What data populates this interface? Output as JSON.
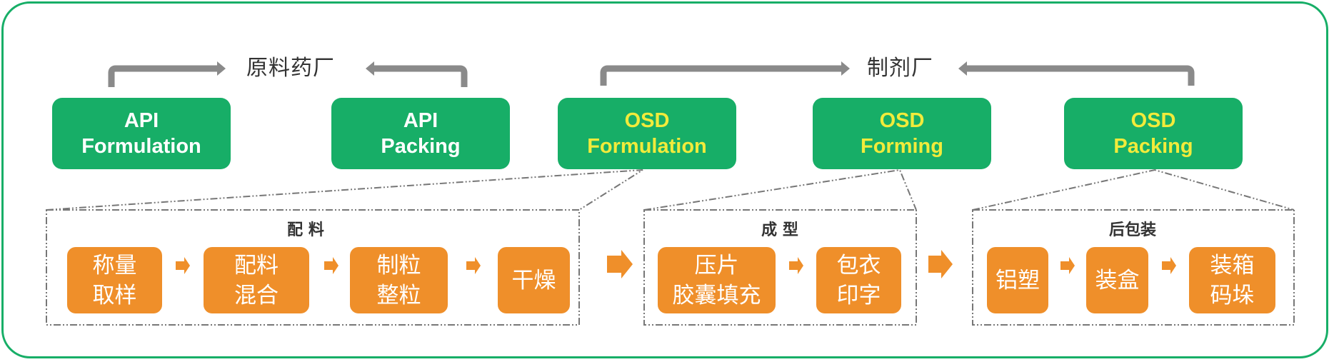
{
  "colors": {
    "frame": "#17AE67",
    "stage_box": "#17AE67",
    "api_text": "#FFFFFF",
    "osd_text": "#F1EB3B",
    "step_box": "#EF8F2A",
    "step_text": "#FFFFFF",
    "connector": "#8A8A8A",
    "dashed": "#777777",
    "label_text": "#333333"
  },
  "plants": [
    {
      "label": "原料药厂"
    },
    {
      "label": "制剂厂"
    }
  ],
  "stages": [
    {
      "line1": "API",
      "line2": "Formulation",
      "plant": "原料药厂"
    },
    {
      "line1": "API",
      "line2": "Packing",
      "plant": "原料药厂"
    },
    {
      "line1": "OSD",
      "line2": "Formulation",
      "plant": "制剂厂"
    },
    {
      "line1": "OSD",
      "line2": "Forming",
      "plant": "制剂厂"
    },
    {
      "line1": "OSD",
      "line2": "Packing",
      "plant": "制剂厂"
    }
  ],
  "groups": [
    {
      "title": "配 料",
      "detail_of": "OSD Formulation",
      "steps": [
        {
          "lines": [
            "称量",
            "取样"
          ]
        },
        {
          "lines": [
            "配料",
            "混合"
          ]
        },
        {
          "lines": [
            "制粒",
            "整粒"
          ]
        },
        {
          "lines": [
            "干燥"
          ]
        }
      ]
    },
    {
      "title": "成 型",
      "detail_of": "OSD Forming",
      "steps": [
        {
          "lines": [
            "压片",
            "胶囊填充"
          ]
        },
        {
          "lines": [
            "包衣",
            "印字"
          ]
        }
      ]
    },
    {
      "title": "后包装",
      "detail_of": "OSD Packing",
      "steps": [
        {
          "lines": [
            "铝塑"
          ]
        },
        {
          "lines": [
            "装盒"
          ]
        },
        {
          "lines": [
            "装箱",
            "码垛"
          ]
        }
      ]
    }
  ]
}
